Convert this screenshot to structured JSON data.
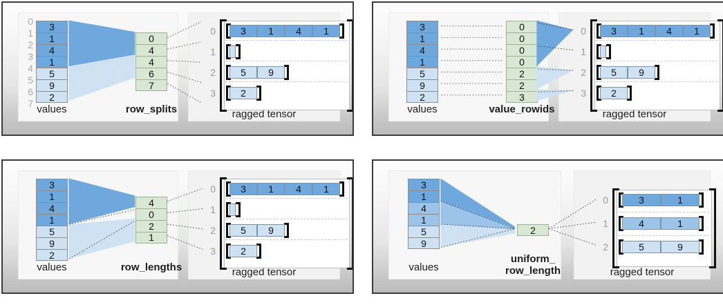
{
  "colors": {
    "blue_dark": "#6fa8dc",
    "blue_mid": "#9cc3e8",
    "blue_light": "#cfe2f3",
    "green": "#d9e8d4",
    "green_border": "#9bb394",
    "panel_border": "#3b3b3b",
    "index_gray": "#a9a9a9",
    "fan_dark": "#6fa8dc",
    "fan_light": "#cfe2f3"
  },
  "panels": [
    {
      "id": "row-splits",
      "values_label": "values",
      "encoding_label": "row_splits",
      "tensor_label": "ragged tensor",
      "values": [
        "3",
        "1",
        "4",
        "1",
        "5",
        "9",
        "2"
      ],
      "value_shades": [
        "blue_dark",
        "blue_dark",
        "blue_dark",
        "blue_dark",
        "blue_light",
        "blue_light",
        "blue_light"
      ],
      "value_indices": [
        "0",
        "1",
        "2",
        "3",
        "4",
        "5",
        "6",
        "7"
      ],
      "show_value_indices": true,
      "encoding_values": [
        "0",
        "4",
        "4",
        "6",
        "7"
      ],
      "tensor_row_labels": [
        "0",
        "1",
        "2",
        "3"
      ],
      "tensor_rows": [
        {
          "cells": [
            "3",
            "1",
            "4",
            "1"
          ],
          "shade": "blue_dark"
        },
        {
          "cells": [],
          "shade": "blue_light"
        },
        {
          "cells": [
            "5",
            "9"
          ],
          "shade": "blue_light"
        },
        {
          "cells": [
            "2"
          ],
          "shade": "blue_light"
        }
      ]
    },
    {
      "id": "value-rowids",
      "values_label": "values",
      "encoding_label": "value_rowids",
      "tensor_label": "ragged tensor",
      "values": [
        "3",
        "1",
        "4",
        "1",
        "5",
        "9",
        "2"
      ],
      "value_shades": [
        "blue_dark",
        "blue_dark",
        "blue_dark",
        "blue_dark",
        "blue_light",
        "blue_light",
        "blue_light"
      ],
      "value_indices": [],
      "show_value_indices": false,
      "encoding_values": [
        "0",
        "0",
        "0",
        "0",
        "2",
        "2",
        "3"
      ],
      "tensor_row_labels": [
        "0",
        "1",
        "2",
        "3"
      ],
      "tensor_rows": [
        {
          "cells": [
            "3",
            "1",
            "4",
            "1"
          ],
          "shade": "blue_dark"
        },
        {
          "cells": [],
          "shade": "blue_light"
        },
        {
          "cells": [
            "5",
            "9"
          ],
          "shade": "blue_light"
        },
        {
          "cells": [
            "2"
          ],
          "shade": "blue_light"
        }
      ]
    },
    {
      "id": "row-lengths",
      "values_label": "values",
      "encoding_label": "row_lengths",
      "tensor_label": "ragged tensor",
      "values": [
        "3",
        "1",
        "4",
        "1",
        "5",
        "9",
        "2"
      ],
      "value_shades": [
        "blue_dark",
        "blue_dark",
        "blue_dark",
        "blue_dark",
        "blue_light",
        "blue_light",
        "blue_light"
      ],
      "value_indices": [],
      "show_value_indices": false,
      "encoding_values": [
        "4",
        "0",
        "2",
        "1"
      ],
      "tensor_row_labels": [
        "0",
        "1",
        "2",
        "3"
      ],
      "tensor_rows": [
        {
          "cells": [
            "3",
            "1",
            "4",
            "1"
          ],
          "shade": "blue_dark"
        },
        {
          "cells": [],
          "shade": "blue_light"
        },
        {
          "cells": [
            "5",
            "9"
          ],
          "shade": "blue_light"
        },
        {
          "cells": [
            "2"
          ],
          "shade": "blue_light"
        }
      ]
    },
    {
      "id": "uniform-row-length",
      "values_label": "values",
      "encoding_label": "uniform_\nrow_length",
      "encoding_label_line1": "uniform_",
      "encoding_label_line2": "row_length",
      "tensor_label": "ragged tensor",
      "values": [
        "3",
        "1",
        "4",
        "1",
        "5",
        "9"
      ],
      "value_shades": [
        "blue_dark",
        "blue_dark",
        "blue_mid",
        "blue_mid",
        "blue_light",
        "blue_light"
      ],
      "value_indices": [],
      "show_value_indices": false,
      "encoding_values": [
        "2"
      ],
      "tensor_row_labels": [
        "0",
        "1",
        "2"
      ],
      "tensor_rows": [
        {
          "cells": [
            "3",
            "1"
          ],
          "shade": "blue_dark"
        },
        {
          "cells": [
            "4",
            "1"
          ],
          "shade": "blue_mid"
        },
        {
          "cells": [
            "5",
            "9"
          ],
          "shade": "blue_light"
        }
      ]
    }
  ]
}
